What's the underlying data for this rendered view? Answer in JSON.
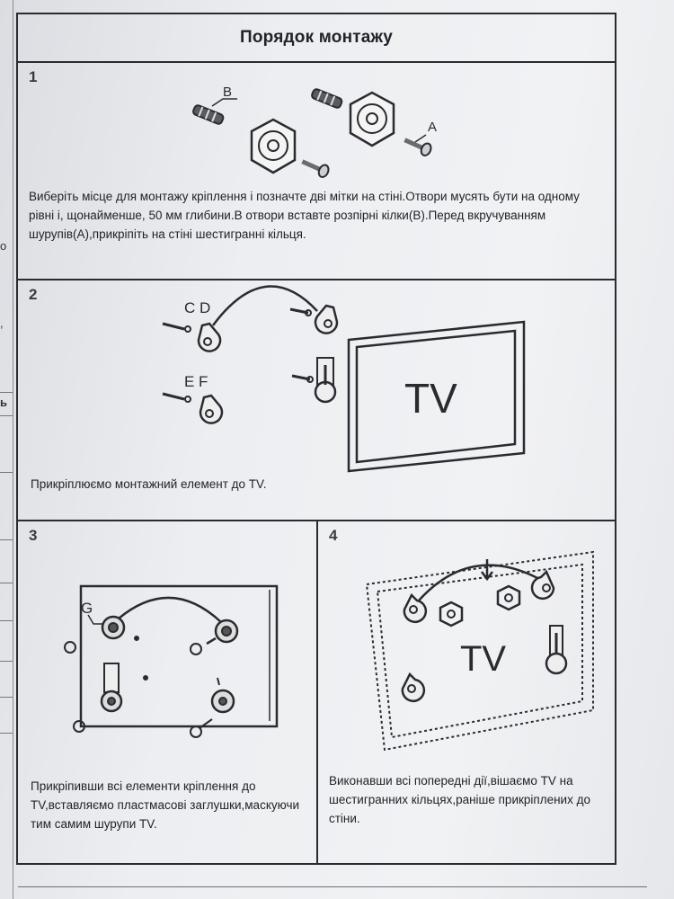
{
  "edge_fragments": [
    "о",
    ",",
    "ь"
  ],
  "title": "Порядок монтажу",
  "steps": [
    {
      "number": "1",
      "labels": [
        "B",
        "A"
      ],
      "text": "Виберіть місце для монтажу кріплення і позначте дві мітки на стіні.Отвори мусять бути на одному рівні і, щонайменше, 50 мм глибини.В отвори вставте розпірні кілки(B).Перед вкручуванням шурупів(A),прикріпіть на стіні шестигранні кільця."
    },
    {
      "number": "2",
      "labels": [
        "C D",
        "E F"
      ],
      "tv_label": "TV",
      "text": "Прикріплюємо монтажний елемент до TV."
    },
    {
      "number": "3",
      "labels": [
        "G"
      ],
      "text": "Прикріпивши всі елементи кріплення до TV,вставляємо пластмасові заглушки,маскуючи тим самим шурупи TV."
    },
    {
      "number": "4",
      "tv_label": "TV",
      "text": "Виконавши всі попередні дії,вішаємо TV на шестигранних кільцях,раніше прикріплених до стіни."
    }
  ]
}
